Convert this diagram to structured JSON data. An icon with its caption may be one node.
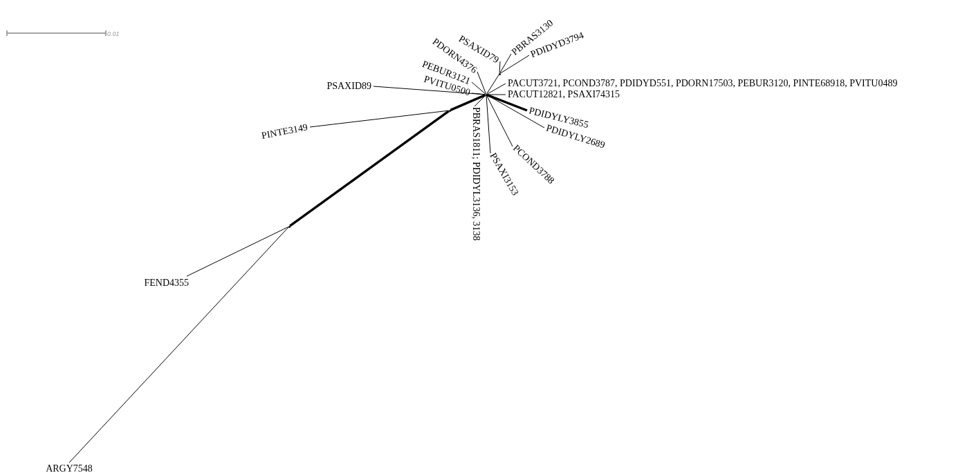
{
  "diagram": {
    "nodes": [
      {
        "text": [
          "PSAXID79"
        ]
      },
      {
        "text": [
          "PBRAS3130"
        ]
      },
      {
        "text": [
          "PDIDYD3794"
        ]
      },
      {
        "text": [
          "PDORN4376"
        ]
      },
      {
        "text": [
          "PEBUR3121"
        ]
      },
      {
        "text": [
          "PVITU0500"
        ]
      },
      {
        "text": [
          "PACUT3721, PCOND3787, PDIDYD551, PDORN17503, PEBUR3120, PINTE68918, PVITU0489"
        ]
      },
      {
        "text": [
          "PACUT12821, PSAXI74315"
        ]
      },
      {
        "text": [
          "PSAXID89"
        ]
      },
      {
        "text": [
          "PINTE3149"
        ]
      },
      {
        "text": [
          "PDIDYLY3855"
        ]
      },
      {
        "text": [
          "PDIDYLY2689"
        ]
      },
      {
        "text": [
          "PCOND3788"
        ]
      },
      {
        "text": [
          "PSAXI3153"
        ]
      },
      {
        "text": [
          "PBRAS1811; PDIDYL3136, 3138"
        ]
      },
      {
        "text": [
          "FEND4355"
        ]
      },
      {
        "text": [
          "ARGY7548"
        ]
      },
      {
        "text": [],
        "shape": "point"
      },
      {
        "text": [],
        "shape": "point"
      },
      {
        "text": [],
        "shape": "point"
      },
      {
        "text": [],
        "shape": "point"
      }
    ],
    "edges": [
      {
        "from": 18,
        "to": 0,
        "arrow": "none"
      },
      {
        "from": 18,
        "to": 1,
        "arrow": "none"
      },
      {
        "from": 18,
        "to": 2,
        "arrow": "none"
      },
      {
        "from": 17,
        "to": 18,
        "arrow": "none"
      },
      {
        "from": 17,
        "to": 3,
        "arrow": "none"
      },
      {
        "from": 17,
        "to": 4,
        "arrow": "none"
      },
      {
        "from": 17,
        "to": 5,
        "arrow": "none"
      },
      {
        "from": 17,
        "to": 6,
        "arrow": "none"
      },
      {
        "from": 17,
        "to": 7,
        "arrow": "none"
      },
      {
        "from": 17,
        "to": 8,
        "arrow": "none"
      },
      {
        "from": 17,
        "to": 10,
        "arrow": "none",
        "style": "thick"
      },
      {
        "from": 17,
        "to": 11,
        "arrow": "none"
      },
      {
        "from": 17,
        "to": 12,
        "arrow": "none"
      },
      {
        "from": 17,
        "to": 13,
        "arrow": "none"
      },
      {
        "from": 17,
        "to": 14,
        "arrow": "none"
      },
      {
        "from": 17,
        "to": 19,
        "arrow": "none",
        "style": "thick"
      },
      {
        "from": 19,
        "to": 9,
        "arrow": "none"
      },
      {
        "from": 19,
        "to": 20,
        "arrow": "none",
        "style": "thick"
      },
      {
        "from": 20,
        "to": 15,
        "arrow": "none"
      },
      {
        "from": 20,
        "to": 16,
        "arrow": "none"
      }
    ],
    "labels": [
      "0.01"
    ]
  }
}
